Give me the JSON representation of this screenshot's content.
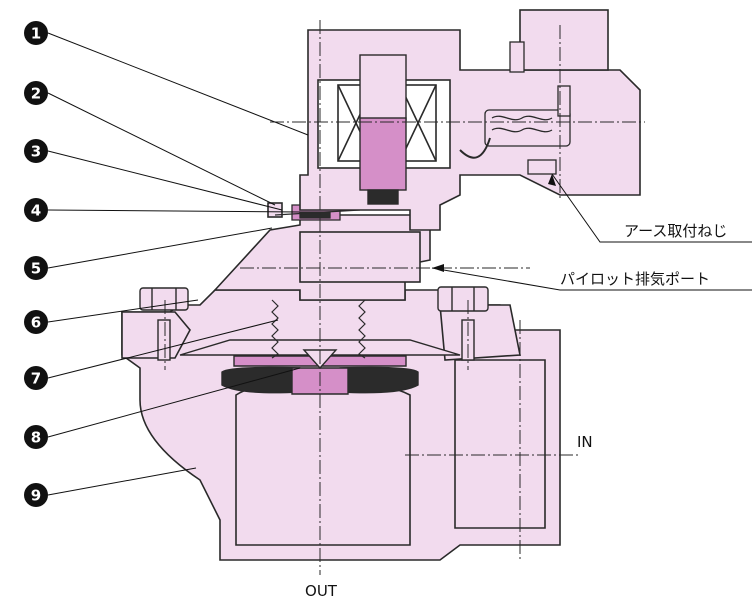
{
  "colors": {
    "body_fill": "#f2dbee",
    "pink_part": "#d58fc8",
    "dark_part": "#2b2b2b",
    "outline": "#2a2a2a",
    "callout_fill": "#111111"
  },
  "callouts": [
    "1",
    "2",
    "3",
    "4",
    "5",
    "6",
    "7",
    "8",
    "9"
  ],
  "labels": {
    "earth_screw": "アース取付ねじ",
    "pilot_exhaust_port": "パイロット排気ポート",
    "in_port": "IN",
    "out_port": "OUT"
  }
}
